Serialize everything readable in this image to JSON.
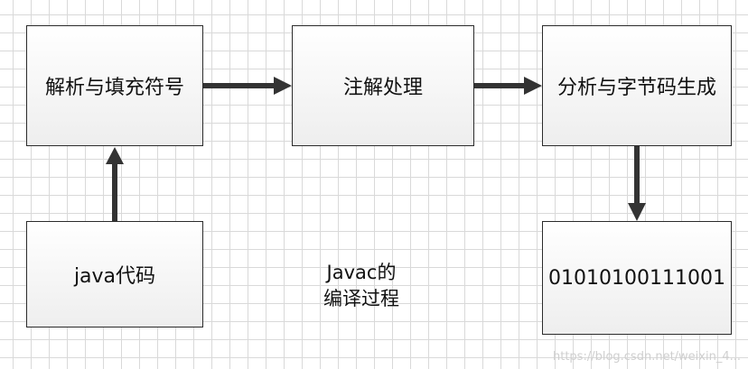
{
  "diagram": {
    "nodes": {
      "parse": "解析与填充符号",
      "annotation": "注解处理",
      "analyze": "分析与字节码生成",
      "source": "java代码",
      "binary": "01010100111001"
    },
    "caption_line1": "Javac的",
    "caption_line2": "编译过程",
    "edges": [
      {
        "from": "source",
        "to": "parse"
      },
      {
        "from": "parse",
        "to": "annotation"
      },
      {
        "from": "annotation",
        "to": "analyze"
      },
      {
        "from": "analyze",
        "to": "binary"
      }
    ],
    "colors": {
      "arrow": "#333333",
      "box_border": "#2b2b2b",
      "grid": "#d9d9d9"
    }
  },
  "watermark": "https://blog.csdn.net/weixin_4..."
}
